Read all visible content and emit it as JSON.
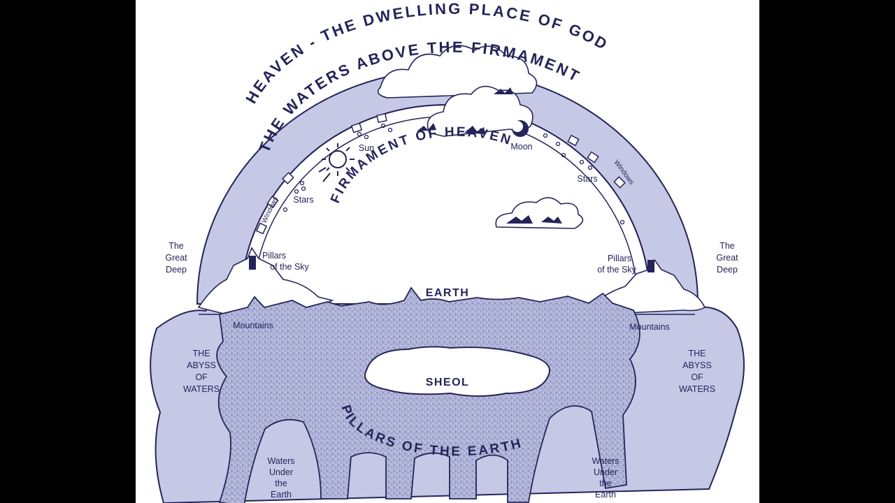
{
  "colors": {
    "ink": "#24245a",
    "water": "#c6c9e6",
    "rock": "#aeb2d6",
    "rock_speckle": "#6a6ea6",
    "sky": "#ffffff",
    "letterbox": "#000000"
  },
  "diagram": {
    "heaven_title": "HEAVEN - THE DWELLING PLACE OF GOD",
    "waters_above": "THE WATERS ABOVE THE FIRMAMENT",
    "firmament": "FIRMAMENT OF HEAVEN",
    "sun": "Sun",
    "moon": "Moon",
    "stars_left": "Stars",
    "stars_right": "Stars",
    "windows_left": "Windows",
    "windows_right": "Windows",
    "pillars_sky_left": [
      "Pillars",
      "of the Sky"
    ],
    "pillars_sky_right": [
      "Pillars",
      "of the Sky"
    ],
    "great_deep_left": [
      "The",
      "Great",
      "Deep"
    ],
    "great_deep_right": [
      "The",
      "Great",
      "Deep"
    ],
    "earth": "EARTH",
    "mountains_left": "Mountains",
    "mountains_right": "Mountains",
    "abyss_left": [
      "THE",
      "ABYSS",
      "OF",
      "WATERS"
    ],
    "abyss_right": [
      "THE",
      "ABYSS",
      "OF",
      "WATERS"
    ],
    "sheol": "SHEOL",
    "pillars_earth": "PILLARS OF THE EARTH",
    "waters_under_left": [
      "Waters",
      "Under",
      "the",
      "Earth"
    ],
    "waters_under_right": [
      "Waters",
      "Under",
      "the",
      "Earth"
    ]
  }
}
